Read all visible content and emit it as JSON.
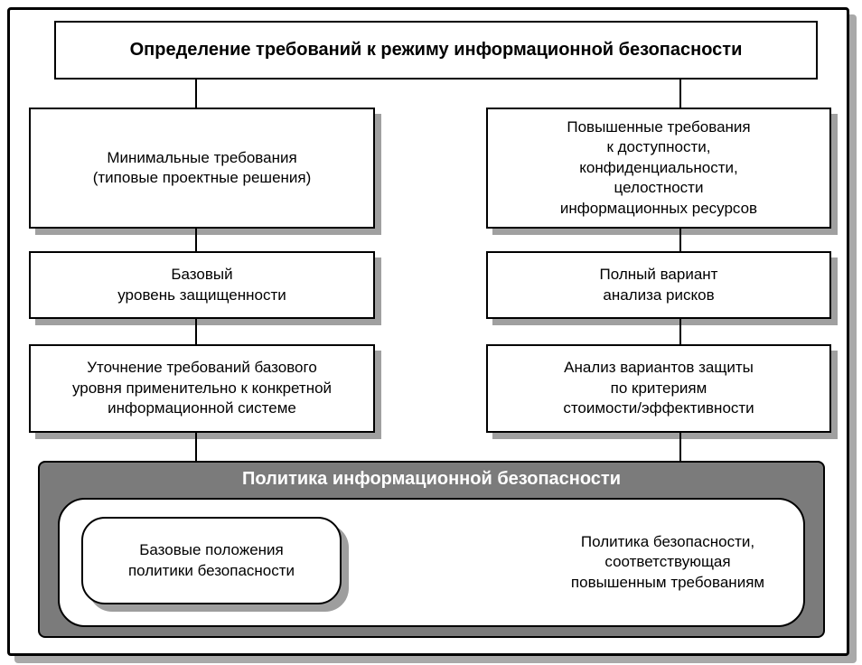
{
  "title": "Определение требований к режиму информационной безопасности",
  "left_column": {
    "box1": "Минимальные требования\n(типовые проектные решения)",
    "box2": "Базовый\nуровень защищенности",
    "box3": "Уточнение требований базового\nуровня применительно к конкретной\nинформационной системе"
  },
  "right_column": {
    "box1": "Повышенные требования\nк доступности,\nконфиденциальности,\nцелостности\nинформационных ресурсов",
    "box2": "Полный вариант\nанализа рисков",
    "box3": "Анализ вариантов защиты\nпо критериям\nстоимости/эффективности"
  },
  "policy_panel": {
    "title": "Политика информационной безопасности",
    "basic_box": "Базовые положения\nполитики безопасности",
    "enhanced_text": "Политика безопасности,\nсоответствующая\nповышенным требованиям"
  },
  "colors": {
    "panel_fill": "#7b7b7b",
    "box_shadow": "#a0a0a0",
    "frame_shadow": "#a9a9a9",
    "border": "#000000",
    "panel_title_text": "#ffffff"
  }
}
